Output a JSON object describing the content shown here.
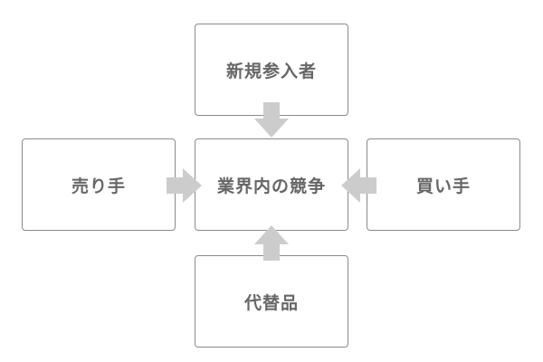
{
  "diagram": {
    "nodes": {
      "top": "新規参入者",
      "left": "売り手",
      "center": "業界内の競争",
      "right": "買い手",
      "bottom": "代替品"
    },
    "colors": {
      "arrow": "#cccccc",
      "border": "#8a8a8a",
      "text": "#666666"
    },
    "edges": [
      {
        "from": "top",
        "to": "center"
      },
      {
        "from": "left",
        "to": "center"
      },
      {
        "from": "right",
        "to": "center"
      },
      {
        "from": "bottom",
        "to": "center"
      }
    ]
  }
}
